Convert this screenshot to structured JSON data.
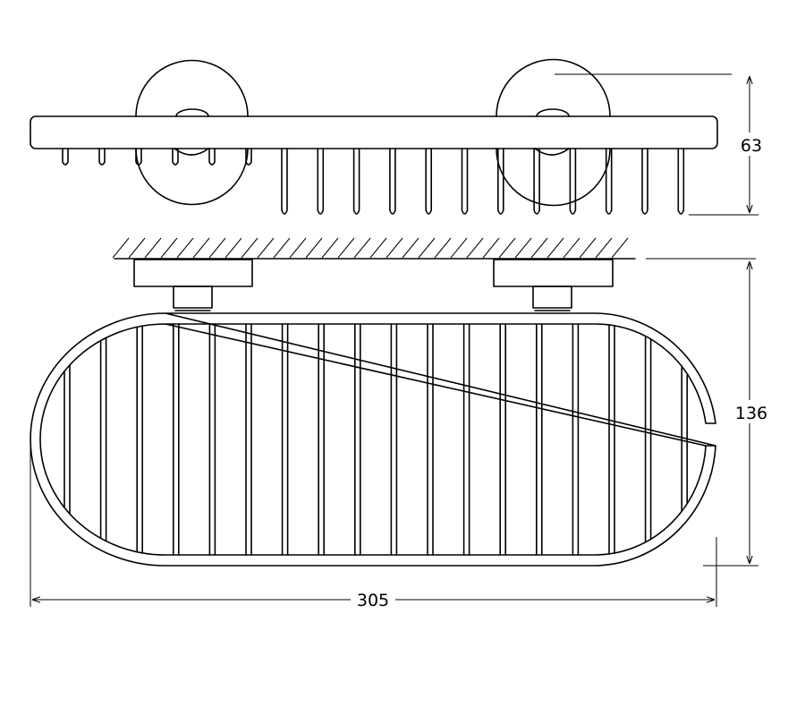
{
  "drawing": {
    "dimensions": {
      "height": "63",
      "depth": "136",
      "width": "305"
    },
    "colors": {
      "stroke": "#000000",
      "background": "#ffffff"
    }
  }
}
